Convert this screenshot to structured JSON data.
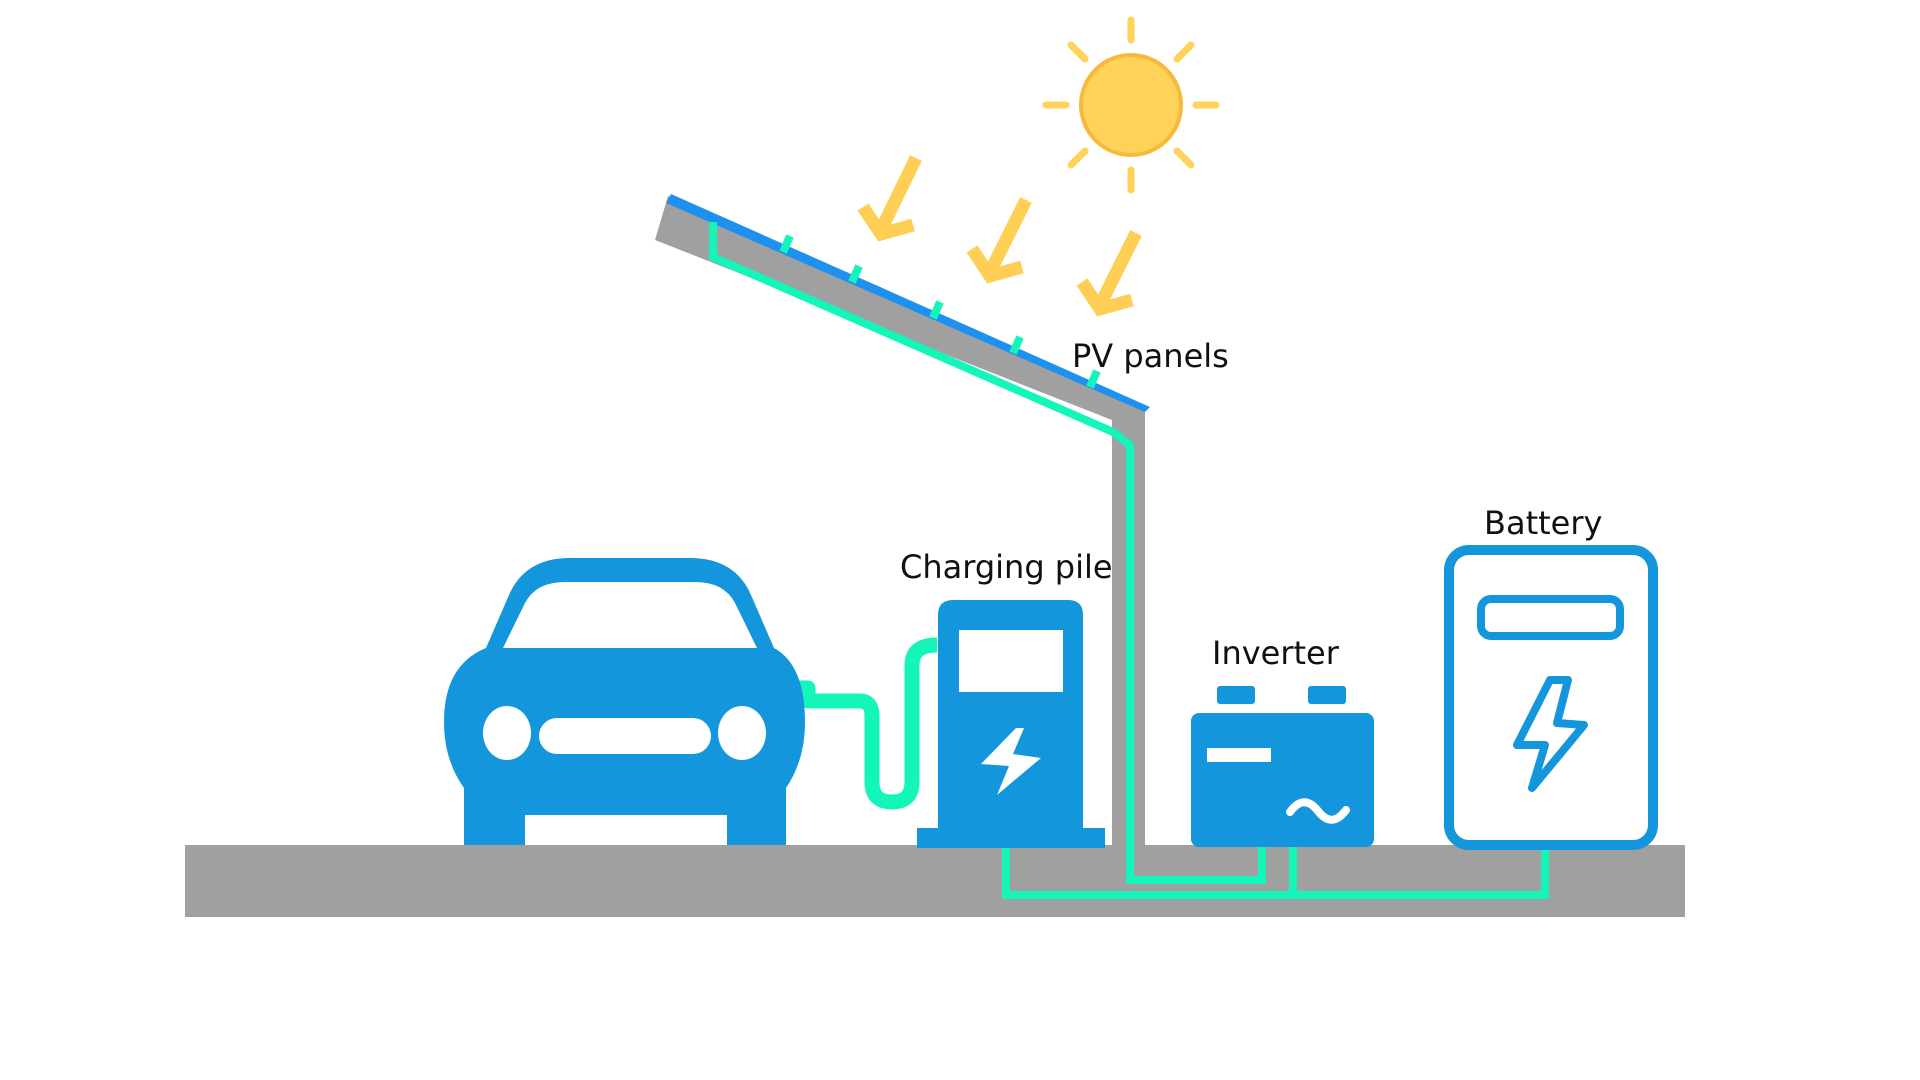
{
  "labels": {
    "pv_panels": "PV panels",
    "charging_pile": "Charging pile",
    "inverter": "Inverter",
    "battery": "Battery"
  },
  "colors": {
    "device_blue": "#1396DB",
    "panel_blue": "#1E90F0",
    "wire_green": "#14F5B9",
    "ground_gray": "#A0A0A0",
    "sun_yellow": "#FFD25A",
    "sun_outline": "#F7B93A",
    "arrow_yellow": "#FFCF55"
  },
  "icons": {
    "sun": "sun-icon",
    "sunlight": "sunlight-arrow-icon",
    "car": "electric-car-icon",
    "charging_pile": "charging-station-icon",
    "inverter": "inverter-icon",
    "battery": "battery-icon"
  }
}
